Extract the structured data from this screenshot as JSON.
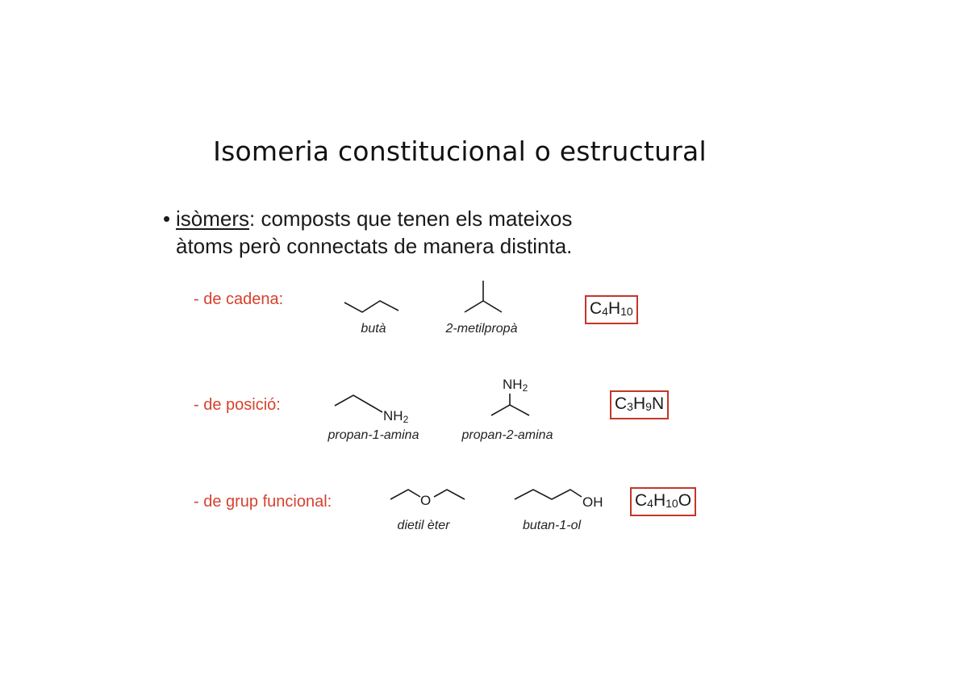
{
  "slide": {
    "title": "Isomeria constitucional o estructural",
    "bullet": {
      "marker": "•",
      "term": "isòmers",
      "text_line1": ": composts que tenen els mateixos",
      "text_line2": "àtoms però connectats de manera distinta."
    }
  },
  "rows": [
    {
      "label": "- de cadena:",
      "isomers": [
        {
          "name": "butà"
        },
        {
          "name": "2-metilpropà"
        }
      ],
      "formula": {
        "parts": [
          "C",
          "4",
          "H",
          "10"
        ]
      }
    },
    {
      "label": "- de posició:",
      "isomers": [
        {
          "name": "propan-1-amina",
          "group": {
            "main": "NH",
            "sub": "2"
          }
        },
        {
          "name": "propan-2-amina",
          "group": {
            "main": "NH",
            "sub": "2"
          }
        }
      ],
      "formula": {
        "parts": [
          "C",
          "3",
          "H",
          "9",
          "N"
        ]
      }
    },
    {
      "label": "- de grup funcional:",
      "isomers": [
        {
          "name": "dietil èter",
          "atom": "O"
        },
        {
          "name": "butan-1-ol",
          "group": "OH"
        }
      ],
      "formula": {
        "parts": [
          "C",
          "4",
          "H",
          "10",
          "O"
        ]
      }
    }
  ],
  "colors": {
    "label_red": "#d6422e",
    "box_red": "#c4362a",
    "text": "#1a1a1a"
  }
}
